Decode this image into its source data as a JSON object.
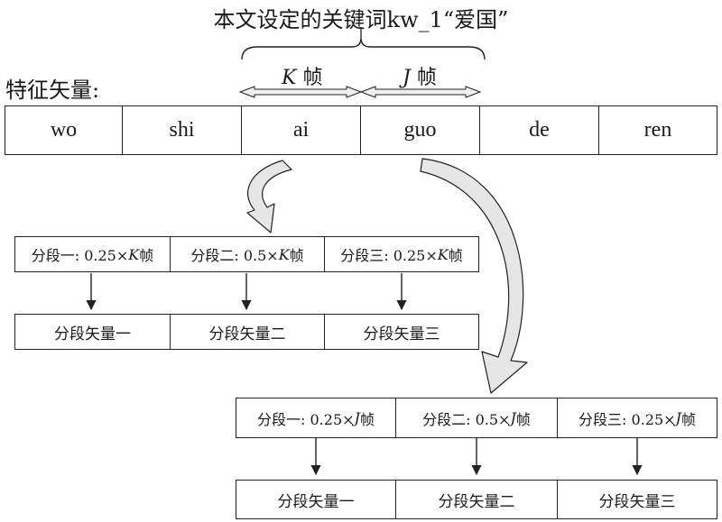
{
  "header": {
    "title": "本文设定的关键词kw_1“爱国”",
    "feature_label": "特征矢量:",
    "span_k": {
      "var": "K",
      "unit": "帧"
    },
    "span_j": {
      "var": "J",
      "unit": "帧"
    }
  },
  "syllables": [
    "wo",
    "shi",
    "ai",
    "guo",
    "de",
    "ren"
  ],
  "group_k": {
    "segments": [
      {
        "prefix": "分段一: 0.25×",
        "var": "K",
        "unit": " 帧"
      },
      {
        "prefix": "分段二: 0.5×",
        "var": "K",
        "unit": " 帧"
      },
      {
        "prefix": "分段三: 0.25×",
        "var": "K",
        "unit": " 帧"
      }
    ],
    "vectors": [
      "分段矢量一",
      "分段矢量二",
      "分段矢量三"
    ]
  },
  "group_j": {
    "segments": [
      {
        "prefix": "分段一: 0.25×",
        "var": "J",
        "unit": " 帧"
      },
      {
        "prefix": "分段二: 0.5×",
        "var": "J",
        "unit": " 帧"
      },
      {
        "prefix": "分段三: 0.25×",
        "var": "J",
        "unit": " 帧"
      }
    ],
    "vectors": [
      "分段矢量一",
      "分段矢量二",
      "分段矢量三"
    ]
  },
  "colors": {
    "line": "#222222",
    "curved_arrow_fill": "#e6e6e6",
    "span_arrow_fill": "#f0f0f0"
  }
}
